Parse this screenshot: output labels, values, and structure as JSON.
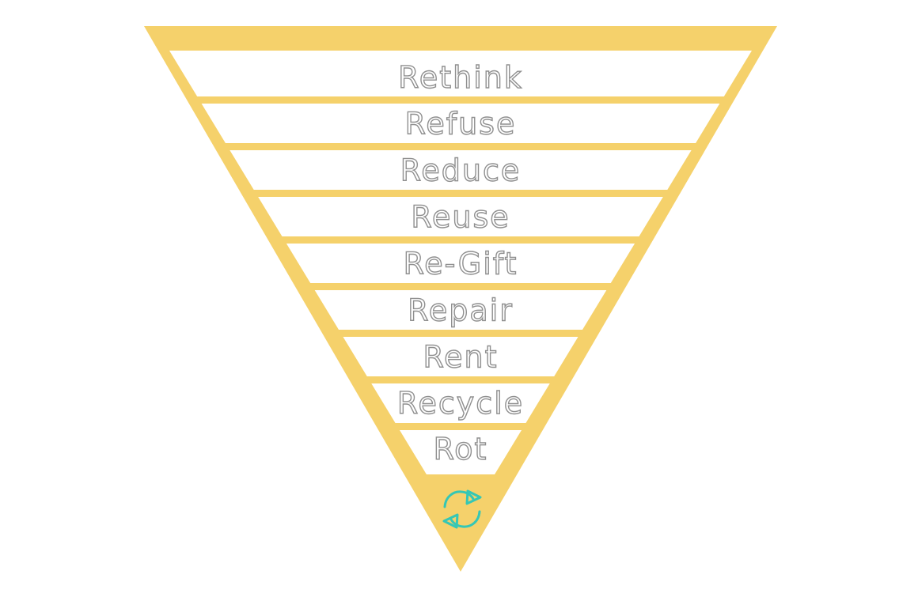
{
  "diagram": {
    "type": "inverted-pyramid-funnel",
    "levels": [
      {
        "label": "Rethink"
      },
      {
        "label": "Refuse"
      },
      {
        "label": "Reduce"
      },
      {
        "label": "Reuse"
      },
      {
        "label": "Re-Gift"
      },
      {
        "label": "Repair"
      },
      {
        "label": "Rent"
      },
      {
        "label": "Recycle"
      },
      {
        "label": "Rot"
      }
    ],
    "tip_icon": "recycle-icon",
    "colors": {
      "pyramid": "#F5D16B",
      "band": "#FFFFFF",
      "label_fill": "#FFFFFF",
      "label_stroke": "#8F8F8F",
      "icon": "#35C7B5",
      "background": "#FFFFFF"
    }
  }
}
